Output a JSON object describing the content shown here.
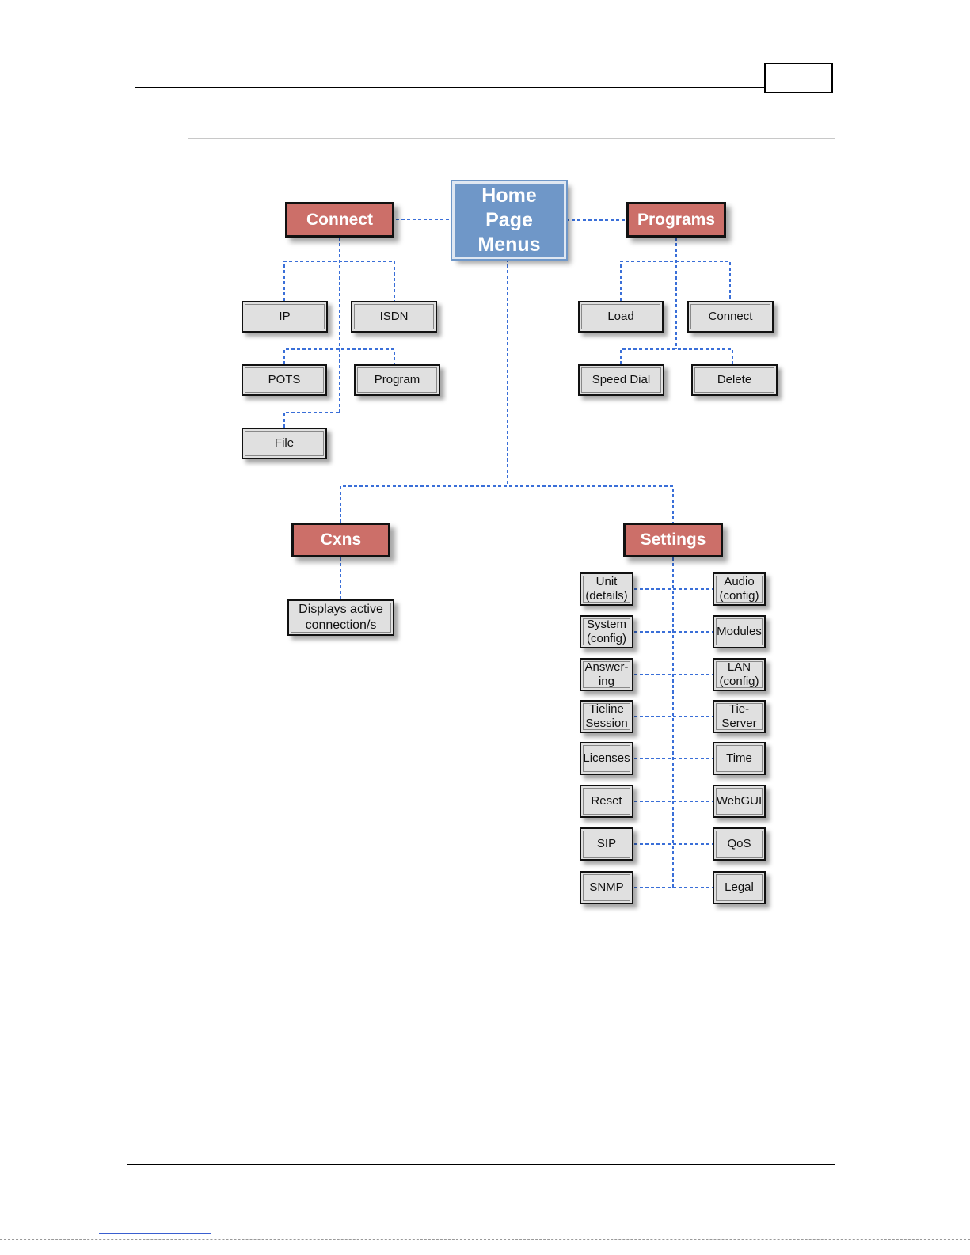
{
  "page": {
    "number": ""
  },
  "diagram": {
    "home": "Home\nPage\nMenus",
    "connect": {
      "label": "Connect",
      "items": [
        "IP",
        "ISDN",
        "POTS",
        "Program",
        "File"
      ]
    },
    "programs": {
      "label": "Programs",
      "items": [
        "Load",
        "Connect",
        "Speed Dial",
        "Delete"
      ]
    },
    "cxns": {
      "label": "Cxns",
      "items": [
        "Displays active\nconnection/s"
      ]
    },
    "settings": {
      "label": "Settings",
      "left": [
        "Unit\n(details)",
        "System\n(config)",
        "Answer-\ning",
        "Tieline\nSession",
        "Licenses",
        "Reset",
        "SIP",
        "SNMP"
      ],
      "right": [
        "Audio\n(config)",
        "Modules",
        "LAN\n(config)",
        "Tie-\nServer",
        "Time",
        "WebGUI",
        "QoS",
        "Legal"
      ]
    }
  },
  "colors": {
    "home_fill": "#6f97c8",
    "menu_fill": "#cc6f69",
    "item_fill": "#e0e0e0",
    "connector": "#3a6fd8"
  }
}
